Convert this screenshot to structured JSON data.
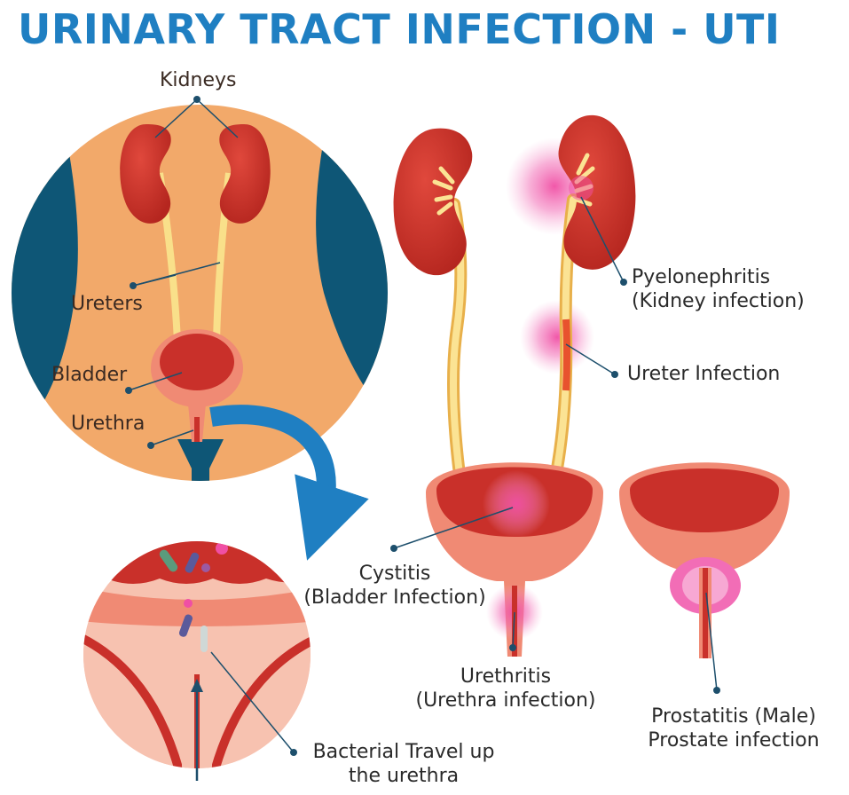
{
  "title": "URINARY TRACT INFECTION - UTI",
  "labels": {
    "kidneys": "Kidneys",
    "ureters": "Ureters",
    "bladder": "Bladder",
    "urethra": "Urethra",
    "pyelonephritis": [
      "Pyelonephritis",
      "(Kidney infection)"
    ],
    "ureter_infection": "Ureter Infection",
    "cystitis": [
      "Cystitis",
      "(Bladder Infection)"
    ],
    "urethritis": [
      "Urethritis",
      "(Urethra infection)"
    ],
    "prostatitis": [
      "Prostatitis (Male)",
      "Prostate infection"
    ],
    "bacterial_travel": [
      "Bacterial Travel up",
      "the urethra"
    ]
  },
  "colors": {
    "title": "#1f7fc2",
    "skin": "#f2a96a",
    "body_blue": "#0e5676",
    "organ_red": "#c9302a",
    "infection_pink": "#f04fa4",
    "arrow_blue": "#1f7fc2",
    "pointer": "#1d4f6c"
  }
}
